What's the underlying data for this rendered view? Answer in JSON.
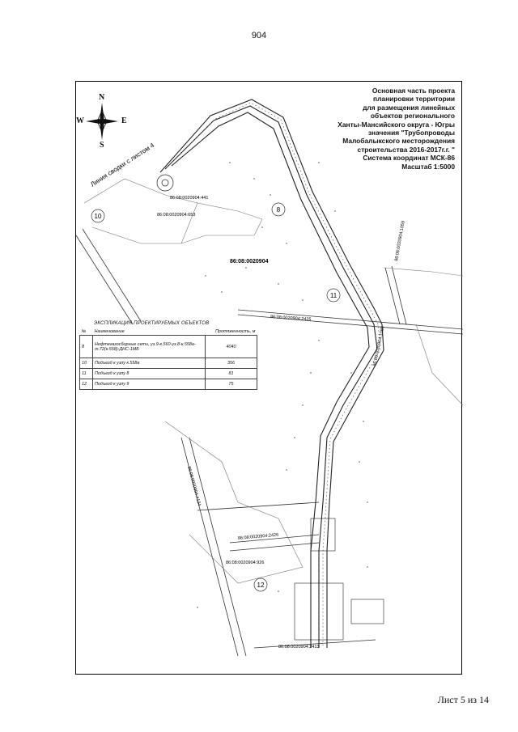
{
  "page_number": "904",
  "sheet_label": "Лист 5 из 14",
  "title_lines": [
    "Основная часть проекта",
    "планировки территории",
    "для размещения линейных",
    "объектов регионального",
    "Ханты-Мансийского округа - Югры",
    "значения \"Трубопроводы",
    "Малобалыкского месторождения",
    "строительства 2016-2017г.г. \"",
    "Система координат МСК-86",
    "Масштаб 1:5000"
  ],
  "compass": {
    "n": "N",
    "s": "S",
    "e": "E",
    "w": "W"
  },
  "map_labels": {
    "join_line": "Линия сводки с листом 4",
    "parcel_main": "86:08:0020904",
    "parcel_a": "86:08:0020904:441",
    "parcel_b": "86:08:0020904:653",
    "parcel_c": "86:08:0020904:2425",
    "parcel_d": "86:08:0020904:926",
    "parcel_e": "86:08:0020904:2426",
    "parcel_f": "86:08:0020904:2413",
    "road_a": "86:08:0020904:1059",
    "road_b": "86:08:0020904:1080",
    "road_c": "86:08:0020904:4134",
    "obj_10": "10",
    "obj_8": "8",
    "obj_11": "11",
    "obj_12": "12"
  },
  "table": {
    "title": "ЭКСПЛИКАЦИЯ ПРОЕКТИРУЕМЫХ ОБЪЕКТОВ",
    "headers": [
      "№",
      "Наименование",
      "Протяженность, м"
    ],
    "rows": [
      {
        "n": "8",
        "name": "Нефтегазосборные сети, уз.9-к.560-уз.8-к.558а-т.72(к.558)-ДНС-1МБ",
        "len": "4040"
      },
      {
        "n": "10",
        "name": "Подъезд к узлу к.558а",
        "len": "356"
      },
      {
        "n": "11",
        "name": "Подъезд к узлу 8",
        "len": "81"
      },
      {
        "n": "12",
        "name": "Подъезд к узлу 9",
        "len": "75"
      }
    ]
  }
}
